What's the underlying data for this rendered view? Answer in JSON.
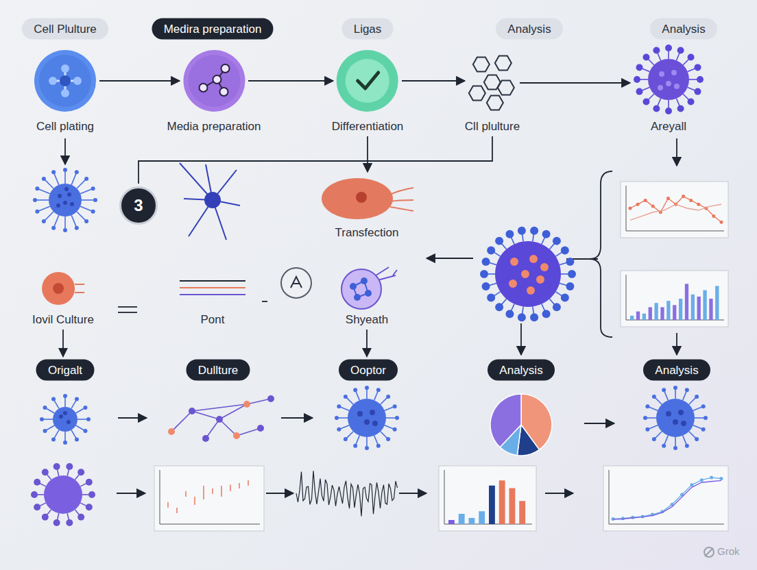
{
  "diagram": {
    "nodes": [
      {
        "text": [
          "Cell Plulture"
        ]
      },
      {
        "text": [
          "Medira preparation"
        ]
      },
      {
        "text": [
          "Ligas"
        ]
      },
      {
        "text": [
          "Analysis"
        ]
      },
      {
        "text": [
          "Analysis"
        ]
      },
      {
        "text": [
          "Cell plating"
        ]
      },
      {
        "text": [
          "Media preparation"
        ]
      },
      {
        "text": [
          "Differentiation"
        ]
      },
      {
        "text": [
          "Cll plulture"
        ]
      },
      {
        "text": [
          "Areyall"
        ]
      },
      {
        "text": [
          "3"
        ]
      },
      {
        "text": [
          "Transfection"
        ]
      },
      {
        "text": [
          "Iovil Culture"
        ]
      },
      {
        "text": [
          "Pont"
        ]
      },
      {
        "text": [
          "Shyeath"
        ]
      },
      {
        "text": [
          "Origalt"
        ]
      },
      {
        "text": [
          "Dullture"
        ]
      },
      {
        "text": [
          "Ooptor"
        ]
      },
      {
        "text": [
          "Analysis"
        ]
      },
      {
        "text": [
          "Analysis"
        ]
      }
    ],
    "edges": [
      {
        "from": 5,
        "to": 6,
        "arrow": "to"
      },
      {
        "from": 6,
        "to": 7,
        "arrow": "to"
      },
      {
        "from": 7,
        "to": 8,
        "arrow": "to"
      },
      {
        "from": 8,
        "to": 9,
        "arrow": "to"
      },
      {
        "from": 7,
        "to": 11,
        "arrow": "to"
      },
      {
        "from": 8,
        "to": 10,
        "arrow": "none"
      },
      {
        "from": 12,
        "to": 15,
        "arrow": "to"
      },
      {
        "from": 14,
        "to": 17,
        "arrow": "to"
      }
    ],
    "labels": [
      "Grok"
    ]
  }
}
